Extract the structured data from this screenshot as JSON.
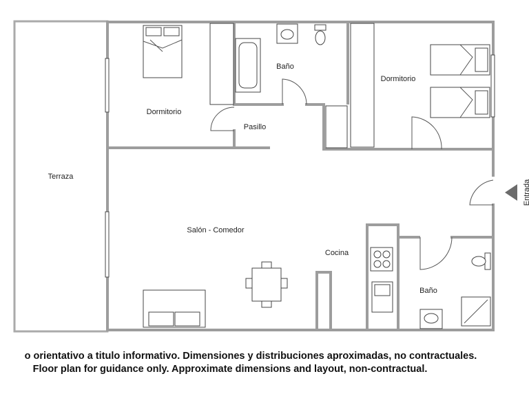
{
  "rooms": {
    "terrace": "Terraza",
    "bedroom_1": "Dormitorio",
    "bathroom_1": "Baño",
    "bedroom_2": "Dormitorio",
    "hallway": "Pasillo",
    "living_dining": "Salón - Comedor",
    "kitchen": "Cocina",
    "bathroom_2": "Baño"
  },
  "entrance": {
    "label": "Entrada",
    "arrow_color": "#6b6b6b"
  },
  "disclaimer": {
    "spanish": "o orientativo a titulo informativo. Dimensiones y distribuciones aproximadas, no contractuales.",
    "english": "Floor plan for guidance only. Approximate dimensions and layout, non-contractual."
  },
  "colors": {
    "walls": "#9d9d9d",
    "fixtures": "#444444"
  }
}
